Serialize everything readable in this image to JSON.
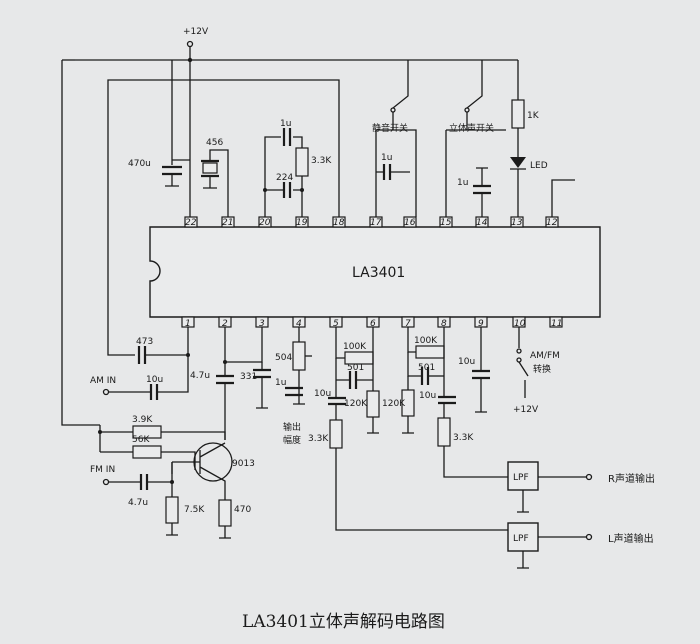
{
  "ic": {
    "name": "LA3401"
  },
  "pins_top": [
    "22",
    "21",
    "20",
    "19",
    "18",
    "17",
    "16",
    "15",
    "14",
    "13",
    "12"
  ],
  "pins_bottom": [
    "1",
    "2",
    "3",
    "4",
    "5",
    "6",
    "7",
    "8",
    "9",
    "10",
    "11"
  ],
  "labels": {
    "vcc_top": "+12V",
    "c_470u": "470u",
    "c_456": "456",
    "c_1u_a": "1u",
    "r_3k3_a": "3.3K",
    "c_224": "224",
    "c_1u_b": "1u",
    "c_1u_c": "1u",
    "r_1k": "1K",
    "led": "LED",
    "mute_switch": "静音开关",
    "stereo_switch": "立体声开关",
    "c_473": "473",
    "am_in": "AM IN",
    "c_10u_am": "10u",
    "c_4u7_a": "4.7u",
    "c_331": "331",
    "pot_504": "504",
    "c_1u_d": "1u",
    "output_amp_1": "输出",
    "output_amp_2": "幅度",
    "r_100k_a": "100K",
    "r_100k_b": "100K",
    "c_501_a": "501",
    "c_501_b": "501",
    "c_10u_a": "10u",
    "c_10u_b": "10u",
    "r_120k_a": "120K",
    "r_120k_b": "120K",
    "r_3k3_b": "3.3K",
    "r_3k3_c": "3.3K",
    "c_10u_c": "10u",
    "am_fm": "AM/FM",
    "switch_cn": "转换",
    "vcc_bottom": "+12V",
    "r_3k9": "3.9K",
    "r_56k": "56K",
    "transistor": "9013",
    "fm_in": "FM IN",
    "c_4u7_b": "4.7u",
    "r_7k5": "7.5K",
    "r_470": "470",
    "lpf_r": "LPF",
    "lpf_l": "LPF",
    "r_out": "R声道输出",
    "l_out": "L声道输出"
  },
  "caption": "LA3401立体声解码电路图"
}
